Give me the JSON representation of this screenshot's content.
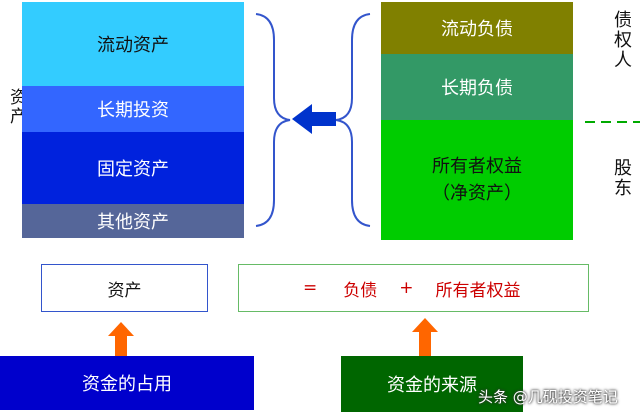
{
  "assets_label": "资产",
  "assets_stack": [
    {
      "label": "流动资产",
      "color": "#33ccff"
    },
    {
      "label": "长期投资",
      "color": "#3366ff"
    },
    {
      "label": "固定资产",
      "color": "#0022dd"
    },
    {
      "label": "其他资产",
      "color": "#556699"
    }
  ],
  "liabilities_stack": [
    {
      "label": "流动负债",
      "color": "#808000"
    },
    {
      "label": "长期负债",
      "color": "#339966"
    },
    {
      "label": "所有者权益",
      "label2": "（净资产）",
      "color": "#00cc00"
    }
  ],
  "creditors_label": "债权人",
  "shareholders_label": "股东",
  "equation": {
    "assets": "资产",
    "equals": "=",
    "liabilities": "负债",
    "plus": "+",
    "equity": "所有者权益"
  },
  "bottom": {
    "usage": "资金的占用",
    "source": "资金的来源"
  },
  "watermark": "头条 @几砚投资笔记",
  "colors": {
    "arrow_blue": "#0033cc",
    "arrow_orange": "#ff6600",
    "bracket": "#3355cc",
    "dashed_divider": "#00aa00",
    "equation_red": "#cc0000",
    "usage_box": "#0000cc",
    "source_box": "#006600"
  }
}
